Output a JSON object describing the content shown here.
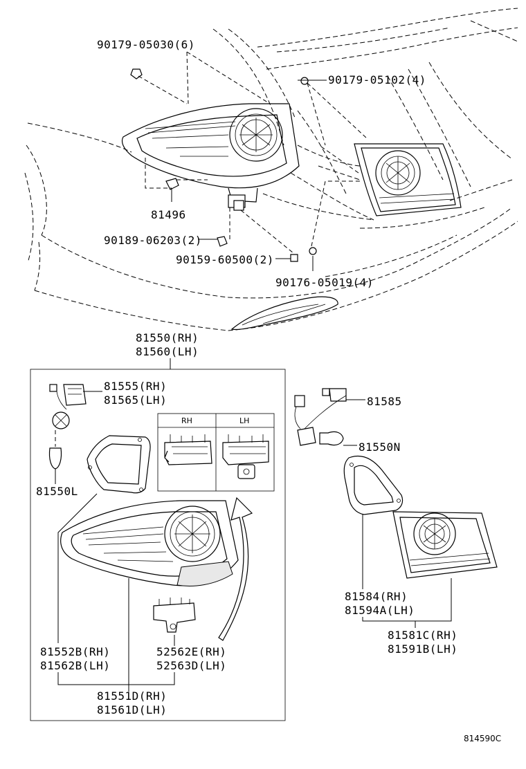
{
  "labels": {
    "p90179_05030": "90179-05030(6)",
    "p90179_05102": "90179-05102(4)",
    "p81496": "81496",
    "p90189_06203": "90189-06203(2)",
    "p90159_60500": "90159-60500(2)",
    "p90176_05019": "90176-05019(4)",
    "p81550_rh": "81550(RH)",
    "p81560_lh": "81560(LH)",
    "p81555_rh": "81555(RH)",
    "p81565_lh": "81565(LH)",
    "side_rh": "RH",
    "side_lh": "LH",
    "p81550L": "81550L",
    "p81552B_rh": "81552B(RH)",
    "p81562B_lh": "81562B(LH)",
    "p52562E_rh": "52562E(RH)",
    "p52563D_lh": "52563D(LH)",
    "p81551D_rh": "81551D(RH)",
    "p81561D_lh": "81561D(LH)",
    "p81585": "81585",
    "p81550N": "81550N",
    "p81584_rh": "81584(RH)",
    "p81594A_lh": "81594A(LH)",
    "p81581C_rh": "81581C(RH)",
    "p81591B_lh": "81591B(LH)",
    "figure_code": "814590C"
  }
}
